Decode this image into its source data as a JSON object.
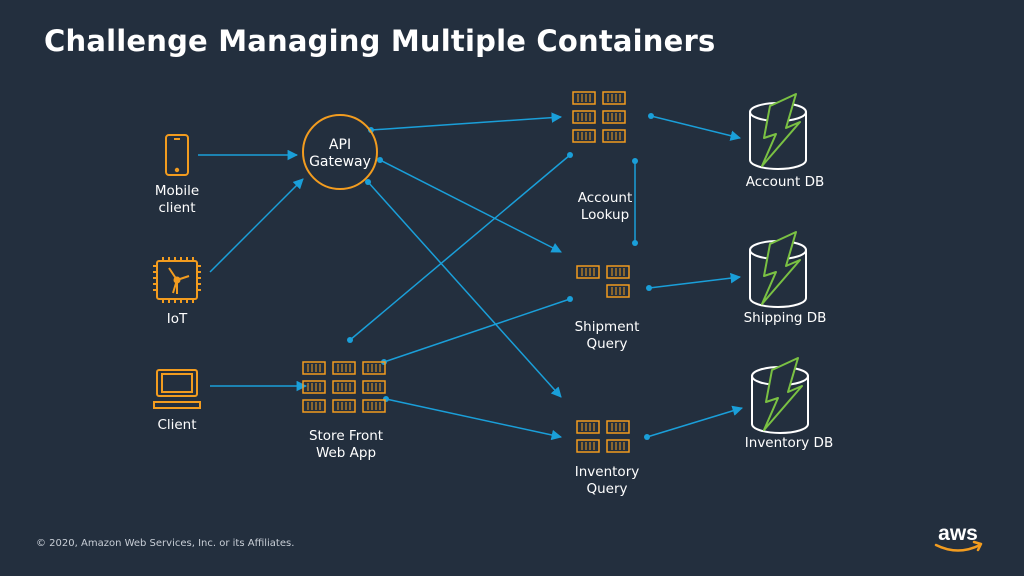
{
  "title": "Challenge Managing Multiple Containers",
  "colors": {
    "background": "#232f3e",
    "accent_orange": "#f29c1f",
    "connector_blue": "#1a9fd9",
    "db_green": "#7ac143",
    "text": "#ffffff"
  },
  "clients": {
    "mobile": {
      "label": "Mobile\nclient",
      "icon": "mobile-phone-icon"
    },
    "iot": {
      "label": "IoT",
      "icon": "chip-icon"
    },
    "client": {
      "label": "Client",
      "icon": "laptop-icon"
    }
  },
  "gateway": {
    "label": "API\nGateway"
  },
  "services": {
    "account_lookup": {
      "label": "Account\nLookup",
      "icon": "container-cluster-icon"
    },
    "shipment_query": {
      "label": "Shipment\nQuery",
      "icon": "container-cluster-icon"
    },
    "inventory_query": {
      "label": "Inventory\nQuery",
      "icon": "container-cluster-icon"
    },
    "store_front": {
      "label": "Store Front\nWeb App",
      "icon": "container-cluster-icon"
    }
  },
  "databases": {
    "account_db": {
      "label": "Account DB",
      "icon": "database-lightning-icon"
    },
    "shipping_db": {
      "label": "Shipping DB",
      "icon": "database-lightning-icon"
    },
    "inventory_db": {
      "label": "Inventory DB",
      "icon": "database-lightning-icon"
    }
  },
  "footer": {
    "copyright": "© 2020, Amazon Web Services, Inc. or its Affiliates.",
    "logo_text": "aws"
  }
}
